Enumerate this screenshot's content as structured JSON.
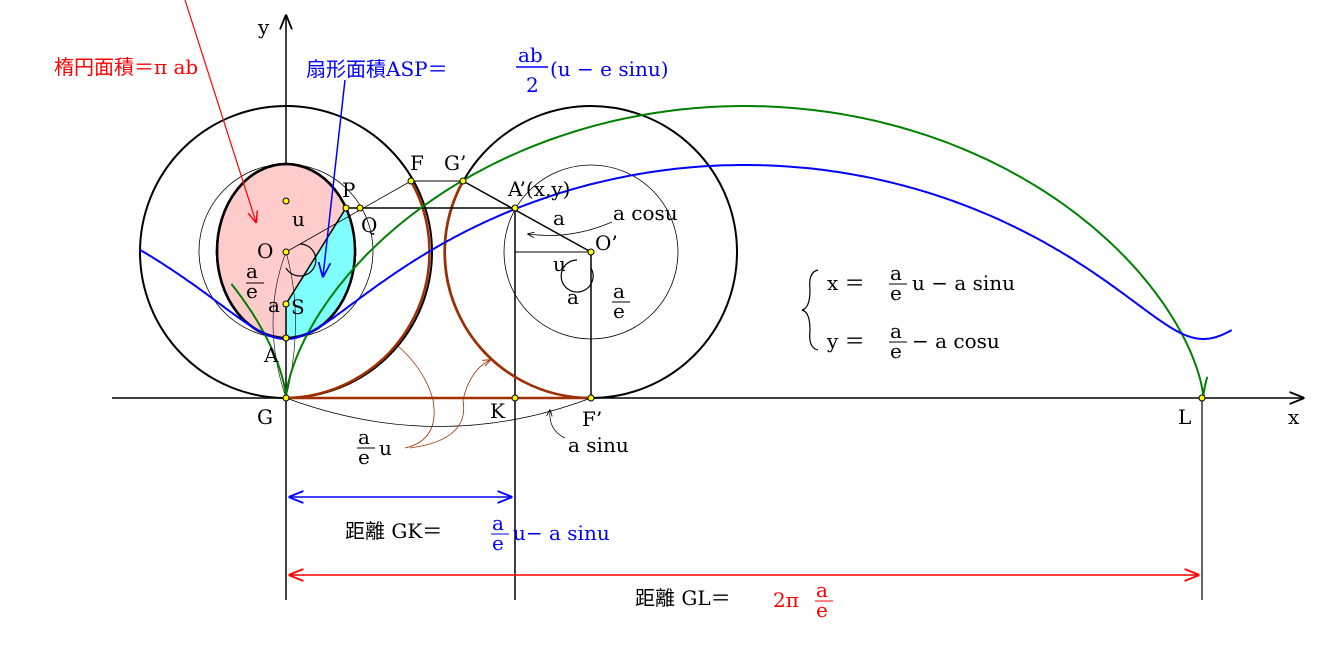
{
  "labels": {
    "x": "x",
    "y": "y",
    "G": "G",
    "A": "A",
    "S": "S",
    "O": "O",
    "P": "P",
    "Q": "Q",
    "F": "F",
    "G2": "G’",
    "A2": "A’(x,y)",
    "O2": "O’",
    "K": "K",
    "F2": "F’",
    "L": "L",
    "u": "u",
    "a": "a",
    "frac_num": "a",
    "frac_den": "e",
    "acosu": "a cosu",
    "asinu": "a sinu",
    "aeu_u": "u"
  },
  "annotations": {
    "ellipse_area": "楕円面積＝π ab",
    "sector_area_prefix": "扇形面積ASP＝",
    "sector_num": "ab",
    "sector_den": "2",
    "sector_suffix": "(u − e sinu)",
    "dist_gk_prefix": "距離 GK＝",
    "dist_gk_suffix": "u− a sinu",
    "dist_gl_prefix": "距離 GL＝",
    "dist_gl_2pi": "2π"
  },
  "equations": {
    "x_lhs": "x ＝",
    "x_rhs": "u − a sinu",
    "y_lhs": "y ＝",
    "y_rhs": "− a cosu"
  },
  "colors": {
    "cycloid": "#008000",
    "trochoid": "#0000ff",
    "arc": "#a03000",
    "ellipse_fill": "#ffcccc",
    "sector_fill": "#80ffff"
  }
}
